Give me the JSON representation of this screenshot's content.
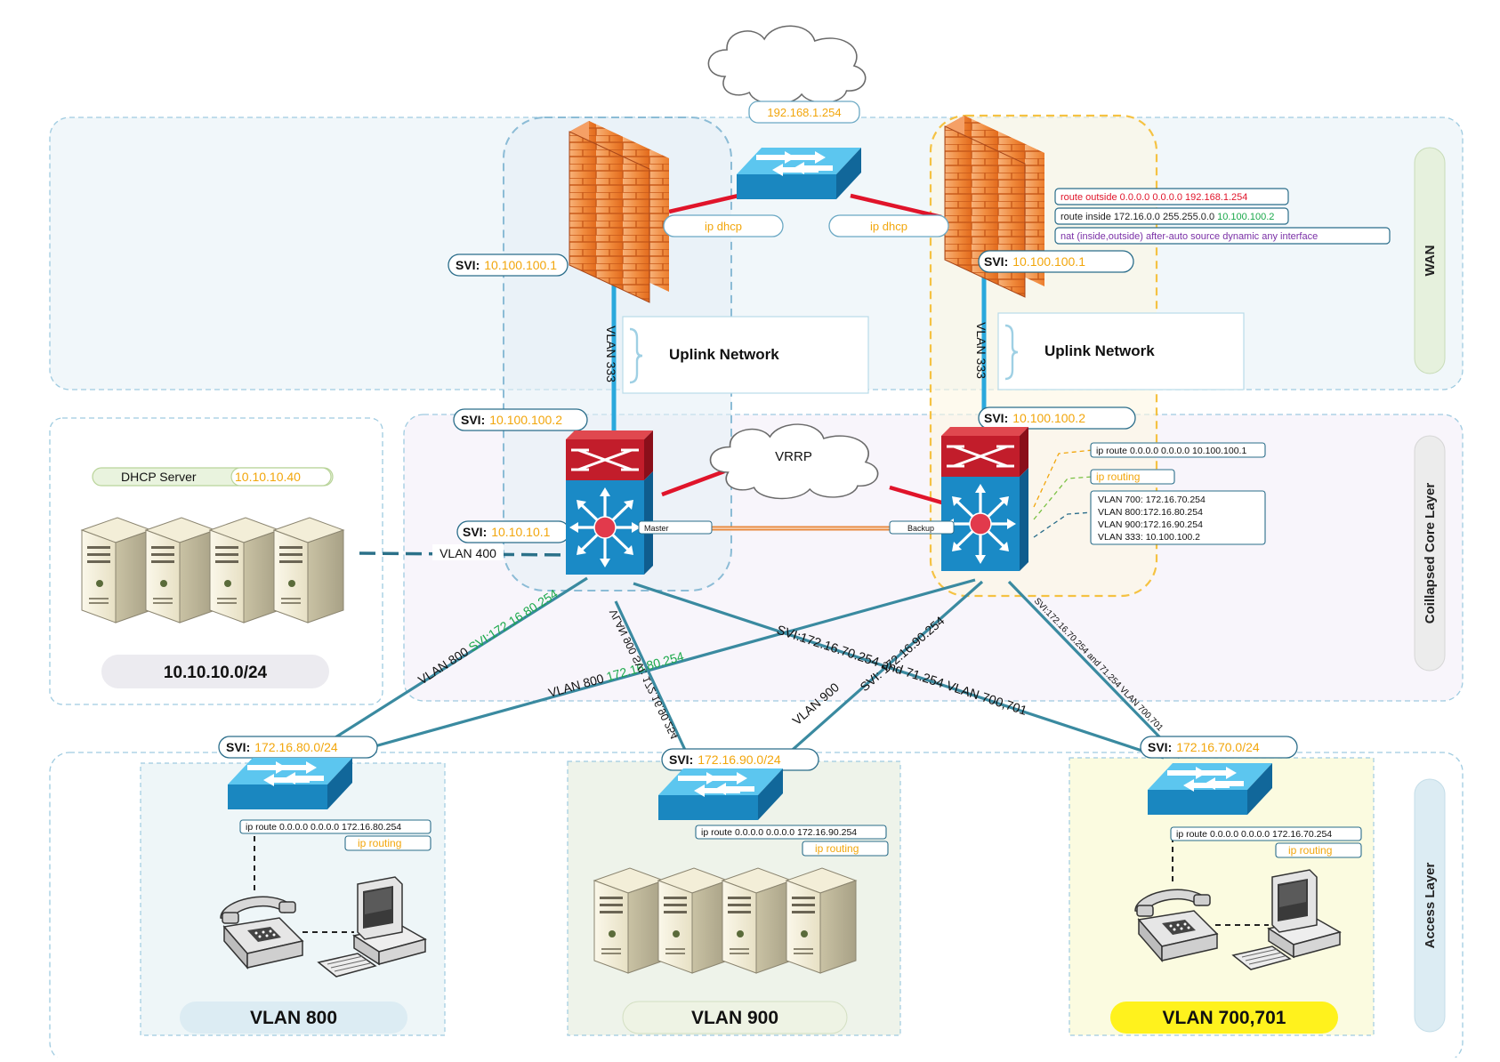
{
  "layers": {
    "wan": "WAN",
    "core": "Coillapsed Core Layer",
    "access": "Access Layer"
  },
  "internet": {
    "gateway_ip": "192.168.1.254"
  },
  "wan": {
    "left_fw_dhcp": "ip dhcp",
    "right_fw_dhcp": "ip dhcp",
    "svi_prefix": "SVI:",
    "left_fw_svi_ip": "10.100.100.1",
    "right_fw_svi_ip": "10.100.100.1",
    "route_outside": "route outside 0.0.0.0 0.0.0.0 192.168.1.254",
    "route_inside_prefix": "route inside 172.16.0.0 255.255.0.0 ",
    "route_inside_nexthop": "10.100.100.2",
    "nat_rule": "nat (inside,outside) after-auto source dynamic any interface",
    "uplink_left": "Uplink Network",
    "uplink_right": "Uplink Network",
    "vlan_left": "VLAN 333",
    "vlan_right": "VLAN 333"
  },
  "core": {
    "vrrp": "VRRP",
    "master": "Master",
    "backup": "Backup",
    "left_svi_upper_ip": "10.100.100.2",
    "left_svi_lower_ip": "10.10.10.1",
    "right_svi_ip": "10.100.100.2",
    "right_ip_route": "ip route 0.0.0.0 0.0.0.0 10.100.100.1",
    "right_ip_routing": "ip routing",
    "right_vlans": [
      "VLAN 700: 172.16.70.254",
      "VLAN 800:172.16.80.254",
      "VLAN 900:172.16.90.254",
      "VLAN 333: 10.100.100.2"
    ]
  },
  "dhcp": {
    "label": "DHCP Server",
    "ip": "10.10.10.40",
    "subnet": "10.10.10.0/24",
    "vlan_link": "VLAN 400"
  },
  "links": {
    "vlan800_a_prefix": "VLAN 800 ",
    "vlan800_a_svi": "SVI:172.16.80.254",
    "vlan800_b_prefix": "VLAN 800 ",
    "vlan800_b_ip": "172.16.80.254",
    "vlan900_a": "VLAN 900 SVI: 172.16.90.254",
    "svi_9": "SVI: 172.16.90.254",
    "vlan900_b": "VLAN 900",
    "svi70_main": "SVI:172.16.70.254 and  71.254 VLAN 700,701",
    "svi70_right": "SVI:172.16.70.254 and  71.254 VLAN 700,701"
  },
  "access": {
    "sw800": {
      "svi_ip": "172.16.80.0/24",
      "route": "ip route 0.0.0.0 0.0.0.0 172.16.80.254",
      "routing": "ip routing",
      "name": "VLAN 800"
    },
    "sw900": {
      "svi_ip": "172.16.90.0/24",
      "route": "ip route 0.0.0.0 0.0.0.0 172.16.90.254",
      "routing": "ip routing",
      "name": "VLAN 900"
    },
    "sw700": {
      "svi_ip": "172.16.70.0/24",
      "route": "ip route 0.0.0.0 0.0.0.0 172.16.70.254",
      "routing": "ip routing",
      "name": "VLAN 700,701"
    }
  },
  "colors": {
    "svi_ip": "#f2a60c",
    "route_red": "#e0142a",
    "nexthop_green": "#1aa84a",
    "nat_purple": "#7a2fa6",
    "link_teal": "#3a8aa0",
    "uplink_blue": "#2aa8dc"
  }
}
